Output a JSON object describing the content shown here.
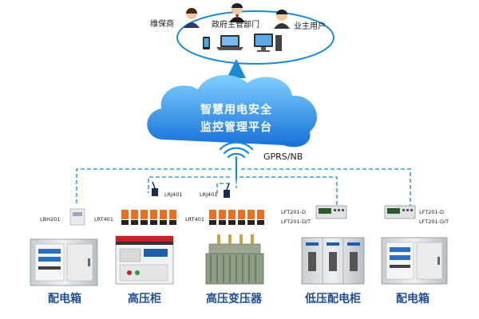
{
  "users": {
    "maintainer": "维保商",
    "government": "政府主管部门",
    "owner": "业主用户"
  },
  "platform": {
    "line1": "智慧用电安全",
    "line2": "监控管理平台"
  },
  "network": "GPRS/NB",
  "devices": {
    "lbh201": "LBH201",
    "lrt401_a": "LRT401",
    "lrj401_a": "LRJ401",
    "lrj401_b": "LRJ401",
    "lrt401_b": "LRT401",
    "lft_a_1": "LFT201-D",
    "lft_a_2": "LFT201-D/T",
    "lft_b_1": "LFT201-D",
    "lft_b_2": "LFT201-D/T"
  },
  "equipment": {
    "dist_left": "配电箱",
    "hv_cabinet": "高压柜",
    "transformer": "高压变压器",
    "lv_cabinet": "低压配电柜",
    "dist_right": "配电箱"
  },
  "colors": {
    "accent": "#1a8ad8",
    "dashed": "#3aa0e0",
    "cloud_top": "#6fc4ff",
    "cloud_bottom": "#1670d8",
    "label_blue": "#1e4f93"
  }
}
